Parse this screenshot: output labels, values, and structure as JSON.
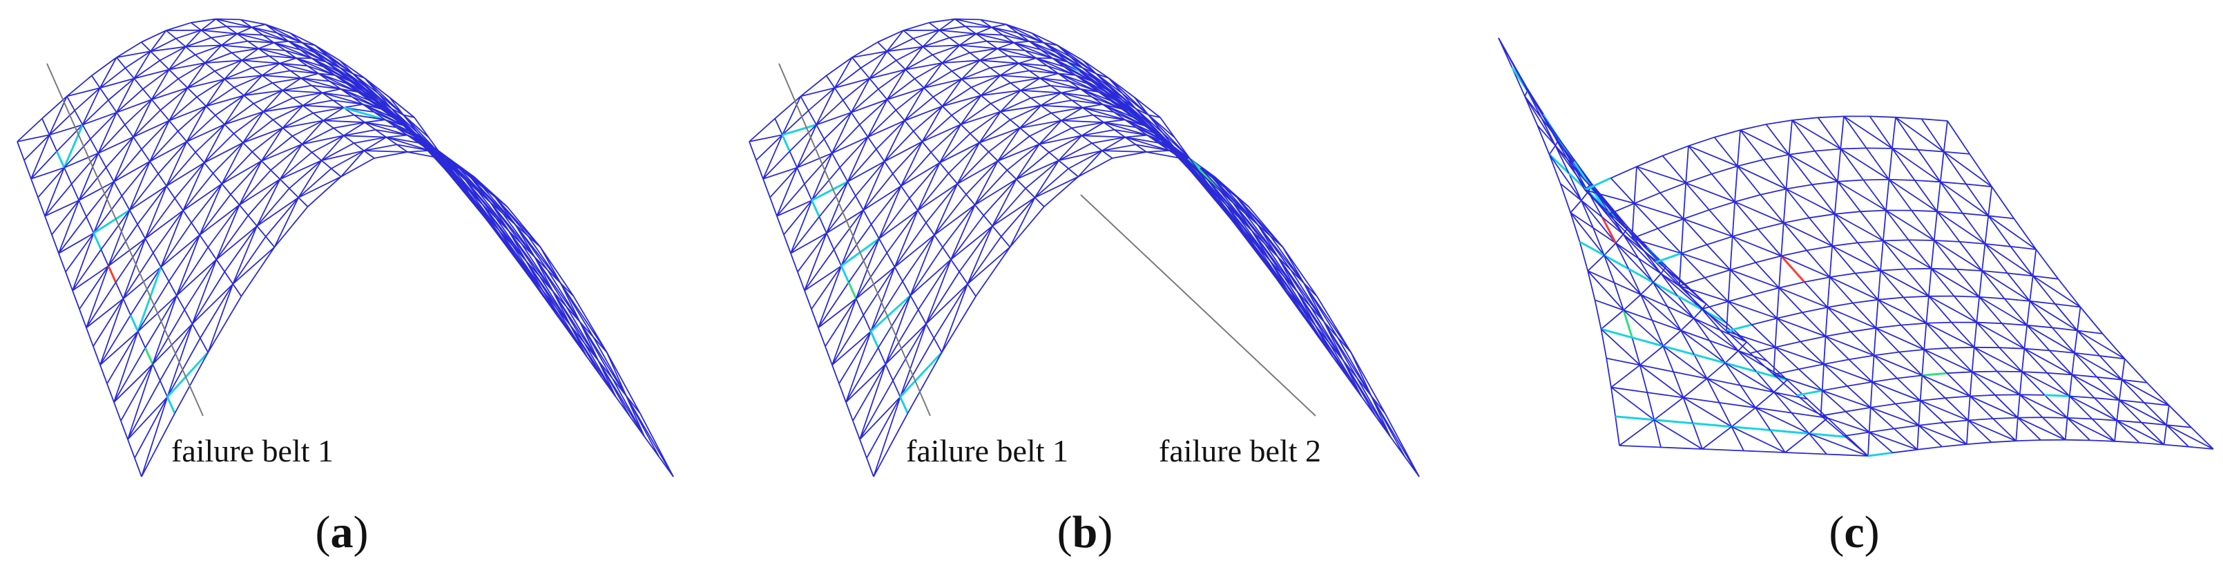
{
  "figure": {
    "panels": [
      {
        "id": "a",
        "caption_prefix": "(",
        "caption_letter": "a",
        "caption_suffix": ")",
        "callouts": [
          "failure belt 1"
        ]
      },
      {
        "id": "b",
        "caption_prefix": "(",
        "caption_letter": "b",
        "caption_suffix": ")",
        "callouts": [
          "failure belt 1",
          "failure belt 2"
        ]
      },
      {
        "id": "c",
        "caption_prefix": "(",
        "caption_letter": "c",
        "caption_suffix": ")",
        "callouts": []
      }
    ]
  },
  "colors": {
    "mesh": "#2a2ad8",
    "mesh_light": "#5a6ff0",
    "stress_cyan": "#19d3e0",
    "stress_green": "#2fe07a",
    "stress_red": "#ff3b2f",
    "leader": "#7a7a7a",
    "text": "#111111"
  }
}
